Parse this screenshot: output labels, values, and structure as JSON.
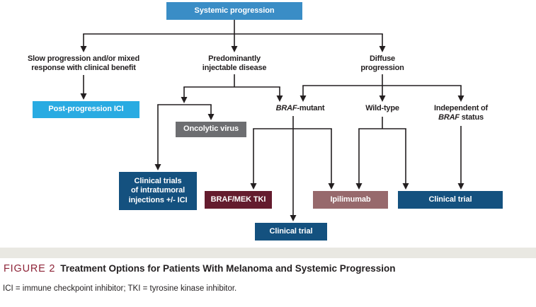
{
  "figure": {
    "label": "FIGURE 2",
    "title": "Treatment Options for Patients With Melanoma and Systemic Progression",
    "footnote": "ICI = immune checkpoint inhibitor; TKI = tyrosine kinase inhibitor."
  },
  "colors": {
    "root_blue": "#3A8DC6",
    "bright_blue": "#29ABE2",
    "gray": "#6D6E71",
    "dark_blue": "#14517F",
    "maroon": "#641C2E",
    "mauve": "#97696C",
    "figure_label_red": "#8E2438",
    "divider_band": "#E9E8E2",
    "line_color": "#231F20"
  },
  "nodes": {
    "root": "Systemic progression",
    "slow_line1": "Slow progression and/or mixed",
    "slow_line2": "response with clinical benefit",
    "post_progression_ici": "Post-progression ICI",
    "injectable_line1": "Predominantly",
    "injectable_line2": "injectable disease",
    "diffuse_line1": "Diffuse",
    "diffuse_line2": "progression",
    "oncolytic_virus": "Oncolytic virus",
    "intratumoral_line1": "Clinical trials",
    "intratumoral_line2": "of intratumoral",
    "intratumoral_line3": "injections +/- ICI",
    "braf_mutant_gene": "BRAF",
    "braf_mutant_suffix": "-mutant",
    "wild_type": "Wild-type",
    "independent_line1": "Independent of",
    "independent_gene": "BRAF",
    "independent_suffix": " status",
    "braf_mek_tki": "BRAF/MEK TKI",
    "ipilimumab": "Ipilimumab",
    "clinical_trial_right": "Clinical trial",
    "clinical_trial_bottom": "Clinical trial"
  },
  "edges": [
    "Systemic progression -> Slow progression and/or mixed response with clinical benefit",
    "Systemic progression -> Predominantly injectable disease",
    "Systemic progression -> Diffuse progression",
    "Slow progression and/or mixed response with clinical benefit -> Post-progression ICI",
    "Predominantly injectable disease -> Oncolytic virus",
    "Predominantly injectable disease -> Clinical trials of intratumoral injections +/- ICI",
    "Predominantly injectable disease -> BRAF-mutant",
    "Diffuse progression -> BRAF-mutant",
    "Diffuse progression -> Wild-type",
    "Diffuse progression -> Independent of BRAF status",
    "BRAF-mutant -> BRAF/MEK TKI",
    "BRAF-mutant -> Ipilimumab",
    "BRAF-mutant -> Clinical trial",
    "Wild-type -> Ipilimumab",
    "Wild-type -> Clinical trial",
    "Independent of BRAF status -> Clinical trial"
  ]
}
